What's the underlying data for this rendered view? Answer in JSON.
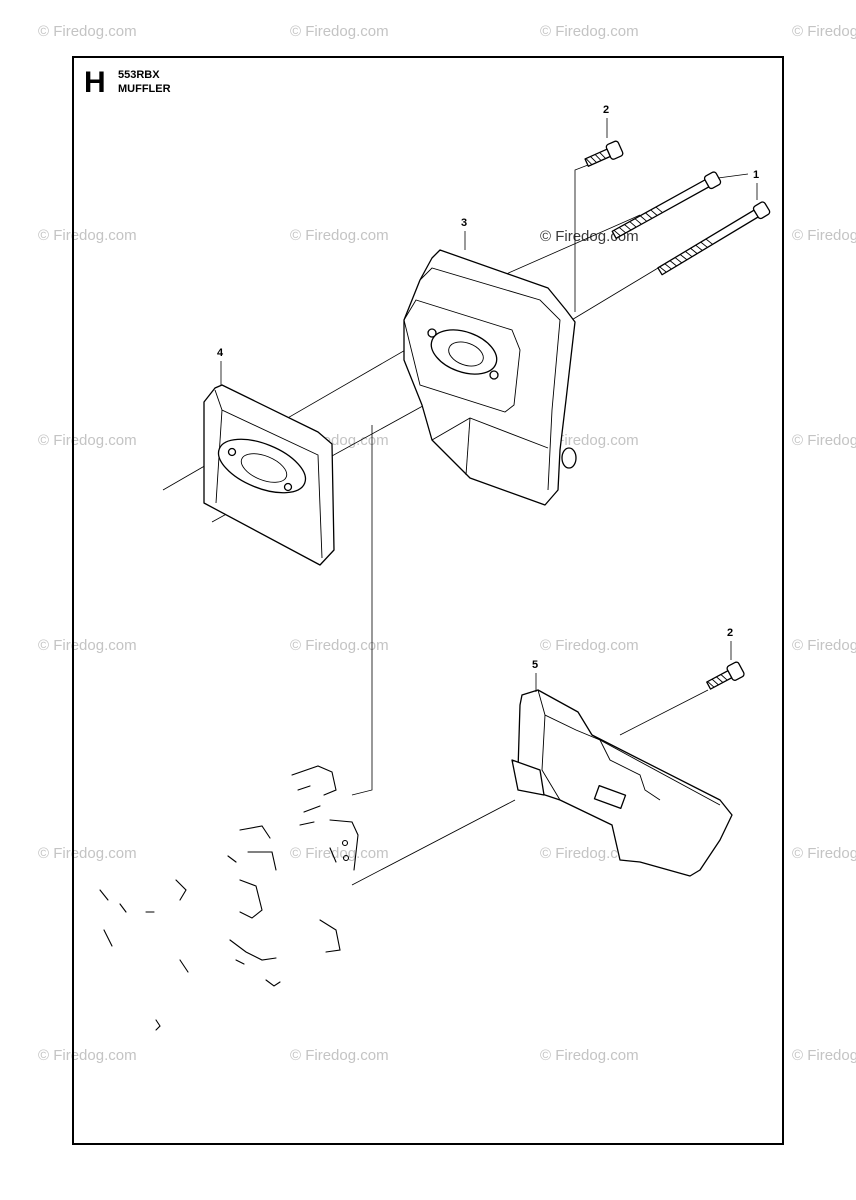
{
  "header": {
    "section_letter": "H",
    "model": "553RBX",
    "title": "MUFFLER"
  },
  "watermark": {
    "text": "© Firedog.com"
  },
  "callouts": {
    "bolt_long": "1",
    "screw_short_top": "2",
    "muffler": "3",
    "gasket": "4",
    "heat_shield": "5",
    "screw_short_right": "2"
  }
}
